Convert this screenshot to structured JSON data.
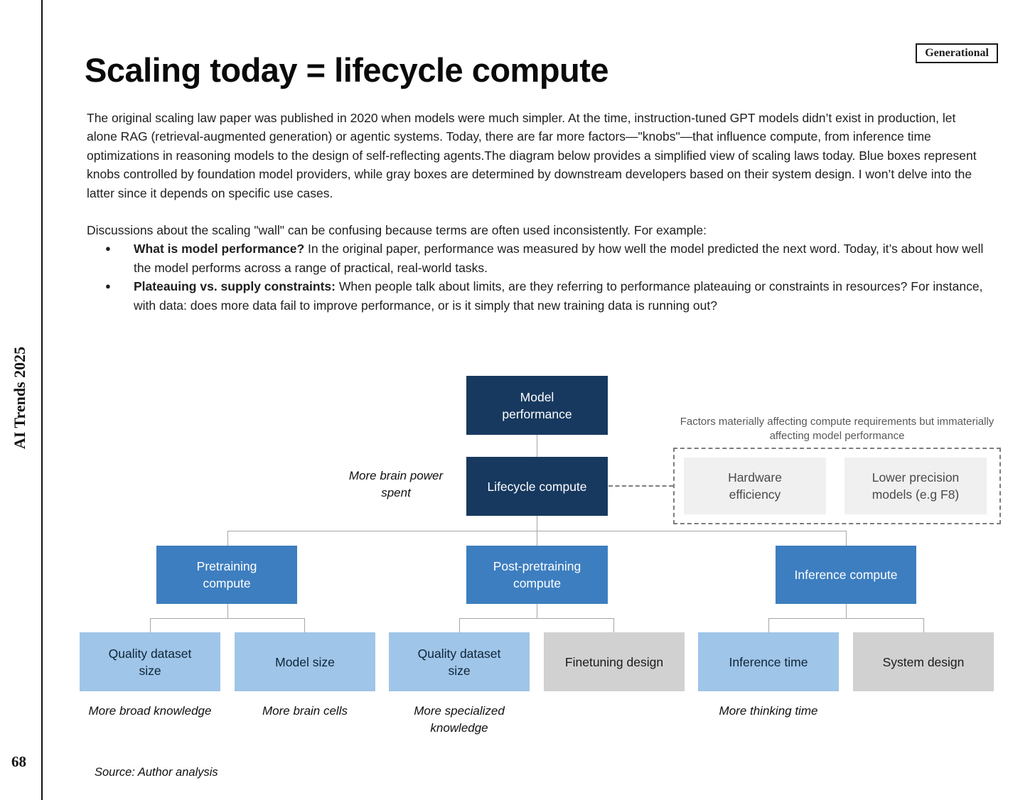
{
  "page": {
    "edition": "AI Trends 2025",
    "page_number": "68",
    "badge": "Generational",
    "title": "Scaling today = lifecycle compute",
    "source": "Source: Author analysis"
  },
  "body": {
    "paragraph1": "The original scaling law paper was published in 2020 when models were much simpler. At the time, instruction-tuned GPT models didn’t exist in production, let alone RAG (retrieval-augmented generation) or agentic systems. Today, there are far more factors—\"knobs\"—that influence compute, from inference time optimizations in reasoning models to the design of self-reflecting agents.The diagram below provides a simplified view of scaling laws today. Blue boxes represent knobs controlled by foundation model providers, while gray boxes are determined by downstream developers based on their system design. I won’t delve into the latter since it depends on specific use cases.",
    "paragraph2_intro": "Discussions about the scaling \"wall\" can be confusing because terms are often used inconsistently. For example:",
    "bullet_glyph": "●",
    "bullets": [
      {
        "bold": "What is model performance?",
        "text": " In the original paper, performance was measured by how well the model predicted the next word. Today, it’s about how well the model performs across a range of practical, real-world tasks."
      },
      {
        "bold": "Plateauing vs. supply constraints:",
        "text": " When people talk about limits, are they referring to performance plateauing or constraints in resources? For instance, with data: does more data fail to improve performance, or is it simply that new training data is running out?"
      }
    ]
  },
  "diagram": {
    "nodes": {
      "model_performance": "Model performance",
      "lifecycle_compute": "Lifecycle compute",
      "pretraining_compute": "Pretraining compute",
      "post_pretraining_compute": "Post-pretraining compute",
      "inference_compute": "Inference compute",
      "quality_dataset_size_1": "Quality dataset size",
      "model_size": "Model size",
      "quality_dataset_size_2": "Quality dataset size",
      "finetuning_design": "Finetuning design",
      "inference_time": "Inference time",
      "system_design": "System design",
      "hardware_efficiency": "Hardware efficiency",
      "lower_precision_models": "Lower precision models (e.g F8)"
    },
    "annotations": {
      "factors_note": "Factors materially affecting compute requirements but immaterially affecting model performance",
      "more_brain_power": "More brain power spent",
      "more_broad_knowledge": "More broad knowledge",
      "more_brain_cells": "More brain cells",
      "more_specialized_knowledge": "More specialized knowledge",
      "more_thinking_time": "More thinking time"
    },
    "colors": {
      "navy": "#17395f",
      "blue": "#3d7ec0",
      "light_blue": "#9fc5e8",
      "gray": "#d1d1d1",
      "light_gray": "#f0f0f0",
      "connector": "#a6a6a6"
    }
  }
}
